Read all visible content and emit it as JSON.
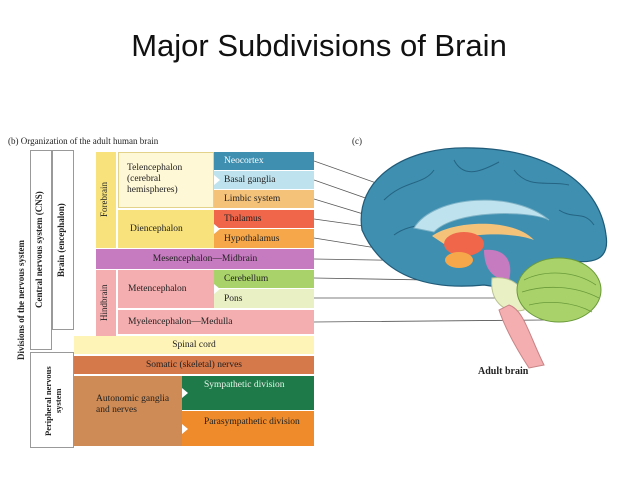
{
  "title": "Major Subdivisions of Brain",
  "panel_b_caption": "(b) Organization of the adult human brain",
  "panel_c_caption": "(c)",
  "divisions_label": "Divisions of the nervous system",
  "cns_label": "Central nervous system (CNS)",
  "brain_label": "Brain (encephalon)",
  "forebrain_label": "Forebrain",
  "hindbrain_label": "Hindbrain",
  "pns_label": "Peripheral nervous system",
  "telencephalon": "Telencephalon (cerebral hemispheres)",
  "diencephalon": "Diencephalon",
  "mesencephalon": "Mesencephalon—Midbrain",
  "metencephalon": "Metencephalon",
  "myelencephalon": "Myelencephalon—Medulla",
  "spinal_cord": "Spinal cord",
  "somatic": "Somatic (skeletal) nerves",
  "autonomic": "Autonomic ganglia and nerves",
  "structures": {
    "neocortex": "Neocortex",
    "basal_ganglia": "Basal ganglia",
    "limbic_system": "Limbic system",
    "thalamus": "Thalamus",
    "hypothalamus": "Hypothalamus",
    "cerebellum": "Cerebellum",
    "pons": "Pons"
  },
  "sympathetic": "Sympathetic division",
  "parasympathetic": "Parasympathetic division",
  "adult_brain_label": "Adult brain",
  "colors": {
    "neocortex": "#3f8fb0",
    "basal_ganglia": "#bfe3ee",
    "limbic_system": "#f5c27a",
    "thalamus": "#f0664a",
    "hypothalamus": "#f5a74a",
    "forebrain_col": "#f7e27c",
    "midbrain": "#c67ac0",
    "cerebellum": "#a9d36a",
    "pons": "#e9f0c3",
    "medulla": "#f5aeb0",
    "spinal": "#fff4b8",
    "somatic": "#d5784a",
    "autonomic": "#cf8b55",
    "sympathetic": "#1f7a4a",
    "parasympathetic": "#ef8b2a"
  }
}
